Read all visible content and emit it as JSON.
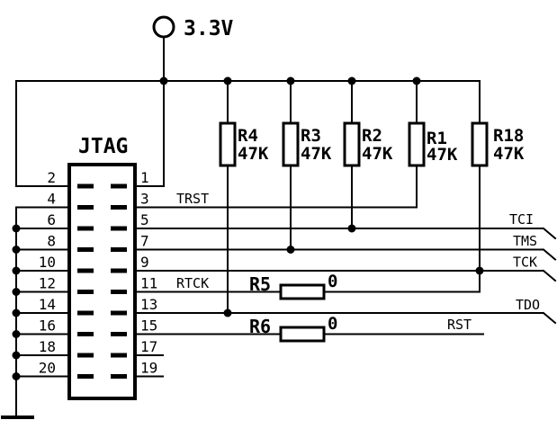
{
  "diagram": {
    "type": "schematic",
    "power_label": "3.3V",
    "connector": {
      "label": "JTAG",
      "left_pins": [
        "2",
        "4",
        "6",
        "8",
        "10",
        "12",
        "14",
        "16",
        "18",
        "20"
      ],
      "right_pins": [
        "1",
        "3",
        "5",
        "7",
        "9",
        "11",
        "13",
        "15",
        "17",
        "19"
      ]
    },
    "pullup_resistors": [
      {
        "name": "R4",
        "value": "47K"
      },
      {
        "name": "R3",
        "value": "47K"
      },
      {
        "name": "R2",
        "value": "47K"
      },
      {
        "name": "R1",
        "value": "47K"
      },
      {
        "name": "R18",
        "value": "47K"
      }
    ],
    "series_resistors": [
      {
        "name": "R5",
        "value": "0"
      },
      {
        "name": "R6",
        "value": "0"
      }
    ],
    "net_labels": {
      "trst": "TRST",
      "tci": "TCI",
      "tms": "TMS",
      "tck": "TCK",
      "rtck": "RTCK",
      "tdo": "TDO",
      "rst": "RST"
    },
    "colors": {
      "wire": "#000000",
      "background": "#ffffff"
    }
  }
}
